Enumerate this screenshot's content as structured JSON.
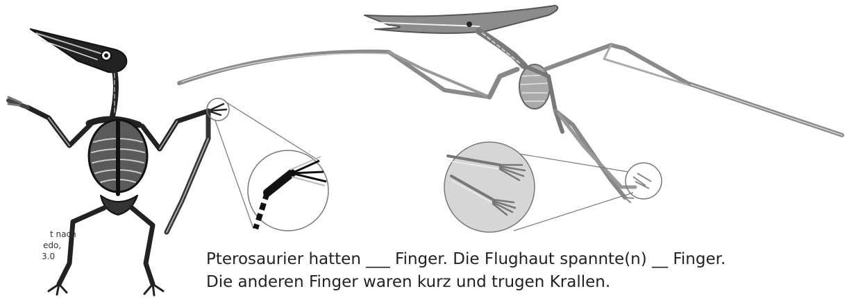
{
  "caption": {
    "line1": "Pterosaurier hatten ___ Finger. Die Flughaut spannte(n)  __  Finger.",
    "line2": "Die anderen Finger waren kurz und trugen Krallen."
  },
  "credit": {
    "line1": "t nach",
    "line2": "edo,",
    "line3": "3.0"
  },
  "colors": {
    "bone_dark": "#1a1a1a",
    "bone_light": "#8a8a8a",
    "magnifier_fill": "#d6d6d6",
    "outline": "#777777"
  }
}
